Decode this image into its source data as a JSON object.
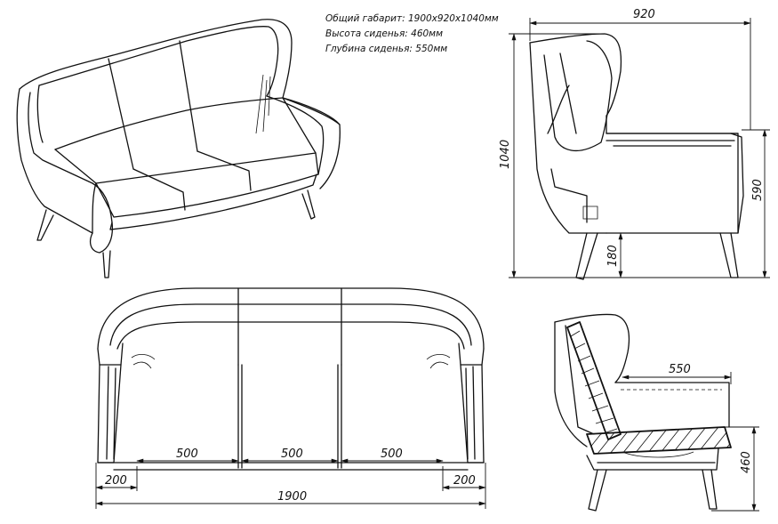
{
  "specs": {
    "overall": "Общий габарит: 1900х920х1040мм",
    "seat_height": "Высота сиденья: 460мм",
    "seat_depth": "Глубина сиденья: 550мм"
  },
  "dimensions": {
    "side_depth": "920",
    "side_height": "1040",
    "side_back_height": "590",
    "side_leg_height": "180",
    "front_seat_1": "500",
    "front_seat_2": "500",
    "front_seat_3": "500",
    "front_arm_left": "200",
    "front_arm_right": "200",
    "front_total_width": "1900",
    "section_seat_depth": "550",
    "section_seat_height": "460"
  }
}
